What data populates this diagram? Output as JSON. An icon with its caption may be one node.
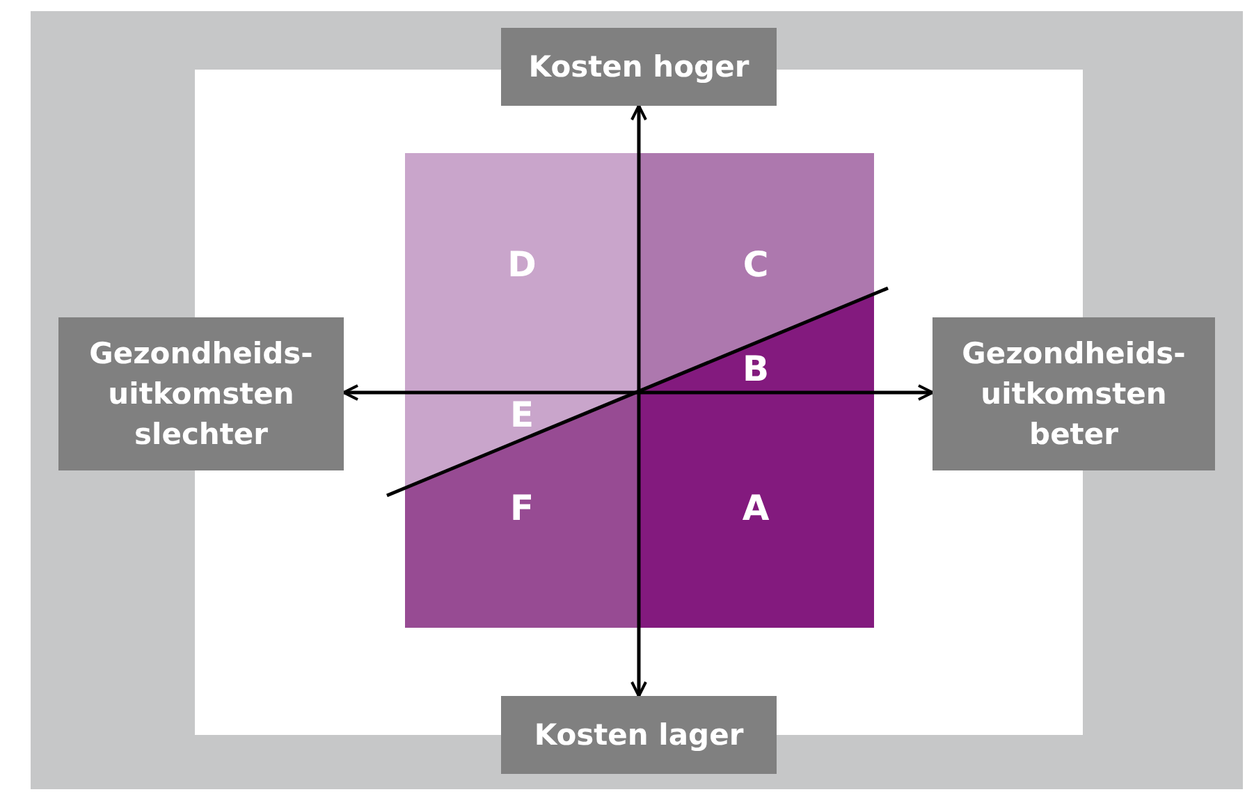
{
  "diagram": {
    "nodes": [
      {
        "text": [
          "Kosten hoger"
        ]
      },
      {
        "text": [
          "Gezondheids-uitkomsten slechter"
        ]
      },
      {
        "text": [
          "Gezondheids-uitkomsten beter"
        ]
      },
      {
        "text": [
          "Kosten lager"
        ]
      }
    ],
    "edges": [
      {
        "from": 3,
        "to": 0,
        "arrow": "both"
      },
      {
        "from": 1,
        "to": 2,
        "arrow": "both"
      }
    ],
    "labels": [
      "D",
      "C",
      "B",
      "E",
      "F",
      "A"
    ]
  }
}
